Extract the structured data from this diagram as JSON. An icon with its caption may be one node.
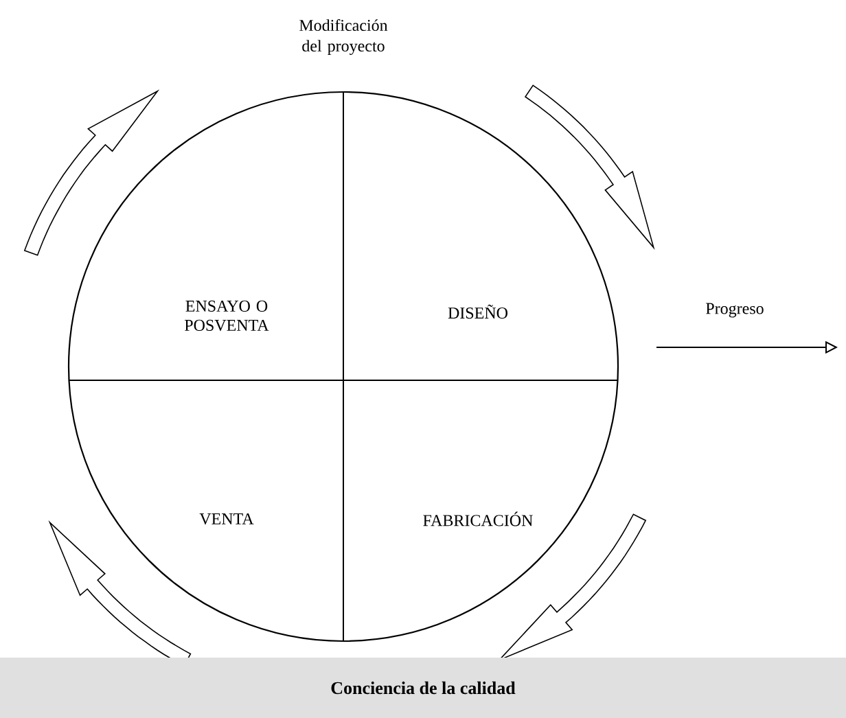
{
  "diagram": {
    "nodes": [
      {
        "text": [],
        "shape": "circle"
      },
      {
        "text": [
          "ENSAYO O POSVENTA"
        ],
        "in": 0
      },
      {
        "text": [
          "DISEÑO"
        ],
        "in": 0
      },
      {
        "text": [
          "VENTA"
        ],
        "in": 0
      },
      {
        "text": [
          "FABRICACIÓN"
        ],
        "in": 0
      },
      {
        "text": [
          "Conciencia de la calidad"
        ]
      }
    ],
    "labels": [
      "Modificación del proyecto",
      "Progreso"
    ]
  }
}
